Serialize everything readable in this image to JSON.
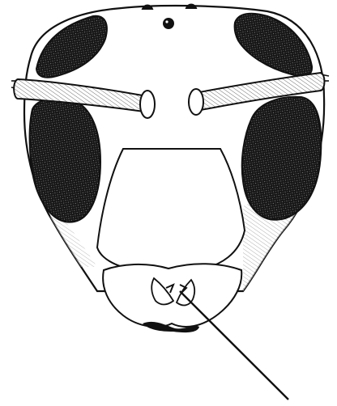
{
  "figure": {
    "subject": "insect-head-front-view",
    "style": "pen-and-ink line drawing",
    "parts": [
      "compound-eye",
      "compound-eye",
      "antenna",
      "antenna",
      "ocellus",
      "clypeus",
      "labrum",
      "mandible",
      "mandible",
      "pointer-line"
    ],
    "colors": {
      "ink": "#111111",
      "paper": "#ffffff",
      "hatch": "#9a9a9a"
    }
  }
}
